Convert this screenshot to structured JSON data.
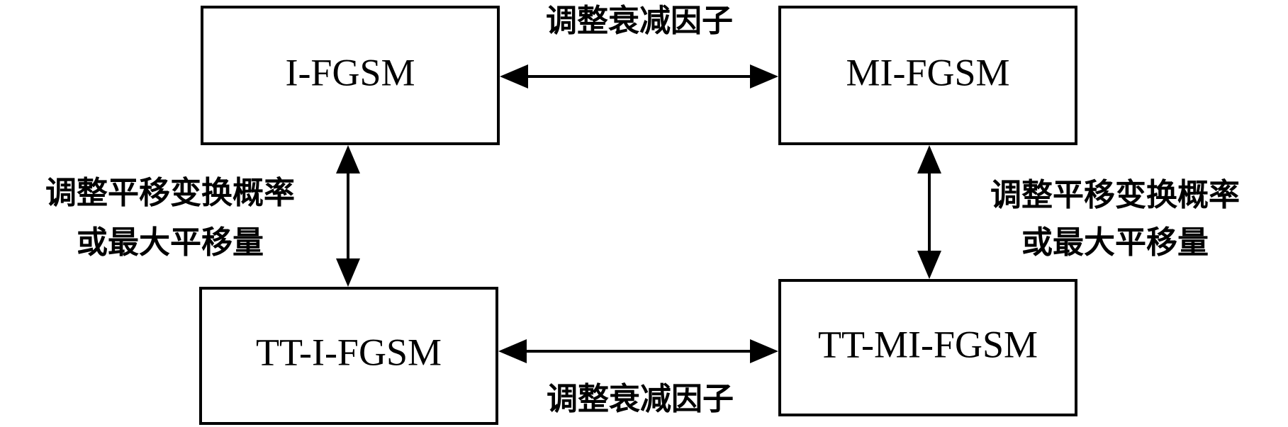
{
  "nodes": {
    "i_fgsm": "I-FGSM",
    "mi_fgsm": "MI-FGSM",
    "tt_i_fgsm": "TT-I-FGSM",
    "tt_mi_fgsm": "TT-MI-FGSM"
  },
  "edges": {
    "top": "调整衰减因子",
    "bottom": "调整衰减因子",
    "left": [
      "调整平移变换概率",
      "或最大平移量"
    ],
    "right": [
      "调整平移变换概率",
      "或最大平移量"
    ]
  },
  "colors": {
    "stroke": "#000000",
    "background": "#ffffff"
  }
}
